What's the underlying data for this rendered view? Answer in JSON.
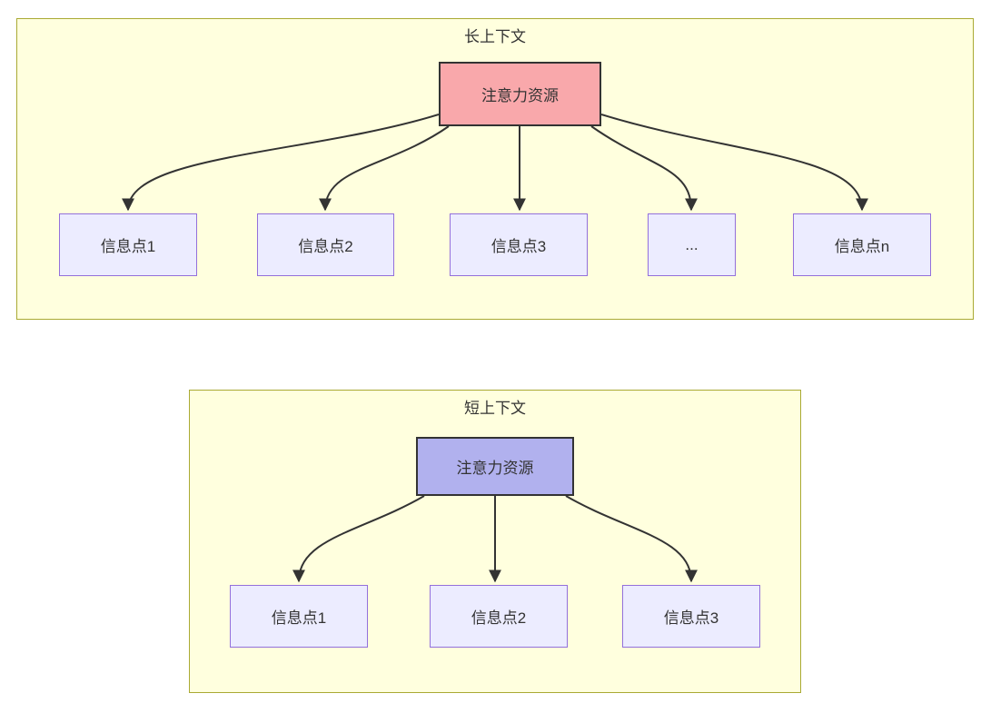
{
  "diagram": {
    "long_context": {
      "title": "长上下文",
      "source_label": "注意力资源",
      "targets": [
        "信息点1",
        "信息点2",
        "信息点3",
        "...",
        "信息点n"
      ],
      "edges": [
        {
          "from": "注意力资源",
          "to": "信息点1"
        },
        {
          "from": "注意力资源",
          "to": "信息点2"
        },
        {
          "from": "注意力资源",
          "to": "信息点3"
        },
        {
          "from": "注意力资源",
          "to": "..."
        },
        {
          "from": "注意力资源",
          "to": "信息点n"
        }
      ]
    },
    "short_context": {
      "title": "短上下文",
      "source_label": "注意力资源",
      "targets": [
        "信息点1",
        "信息点2",
        "信息点3"
      ],
      "edges": [
        {
          "from": "注意力资源",
          "to": "信息点1"
        },
        {
          "from": "注意力资源",
          "to": "信息点2"
        },
        {
          "from": "注意力资源",
          "to": "信息点3"
        }
      ]
    },
    "colors": {
      "container_fill": "#FFFFDE",
      "container_border": "#AAAA33",
      "node_fill": "#ECECFF",
      "node_border": "#9370DB",
      "long_source_fill": "#F9A8AB",
      "short_source_fill": "#B1B1EE",
      "source_border": "#333333",
      "edge": "#333333",
      "text": "#333333"
    }
  }
}
